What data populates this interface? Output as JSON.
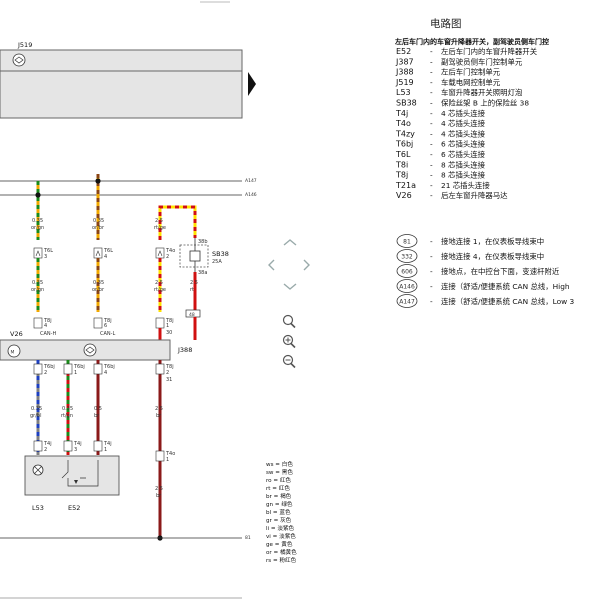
{
  "header": {
    "title": "电路图"
  },
  "relays": {
    "j519": "J519",
    "j388": "J388"
  },
  "bus": {
    "a147": "A147",
    "a146": "A146",
    "ground": "81"
  },
  "wires": [
    {
      "id": "w1",
      "gauge": "0.35",
      "color": "or/gn"
    },
    {
      "id": "w2",
      "gauge": "0.35",
      "color": "or/br"
    },
    {
      "id": "w3",
      "gauge": "2.5",
      "color": "rt/ge"
    },
    {
      "id": "w4",
      "gauge": "0.35",
      "color": "or/gn"
    },
    {
      "id": "w5",
      "gauge": "0.35",
      "color": "or/br"
    },
    {
      "id": "w6",
      "gauge": "2.5",
      "color": "rt"
    },
    {
      "id": "w7",
      "gauge": "0.35",
      "color": "gr/bl"
    },
    {
      "id": "w8",
      "gauge": "0.35",
      "color": "rt/gn"
    },
    {
      "id": "w9",
      "gauge": "0.5",
      "color": "br"
    },
    {
      "id": "w10",
      "gauge": "2.5",
      "color": "br"
    },
    {
      "id": "w11",
      "gauge": "2.5",
      "color": "br"
    }
  ],
  "connectors": {
    "t6l_3": "T6L",
    "t6l_3_pin": "3",
    "t6l_4": "T6L",
    "t6l_4_pin": "4",
    "t4o_2": "T4o",
    "t4o_2_pin": "2",
    "t8j_4": "T8j",
    "t8j_4_pin": "4",
    "t8j_4_sig": "CAN-H",
    "t8j_6": "T8j",
    "t8j_6_pin": "6",
    "t8j_6_sig": "CAN-L",
    "t8j_1": "T8j",
    "t8j_1_pin": "1",
    "t8j_1_sub": "30",
    "t8j_2": "T8j",
    "t8j_2_pin": "2",
    "t8j_2_sub": "31",
    "t6bj_2": "T6bj",
    "t6bj_2_pin": "2",
    "t6bj_1": "T6bj",
    "t6bj_1_pin": "1",
    "t6bj_4": "T6bj",
    "t6bj_4_pin": "4",
    "t4j_2": "T4j",
    "t4j_2_pin": "2",
    "t4j_3": "T4j",
    "t4j_3_pin": "3",
    "t4j_1": "T4j",
    "t4j_1_pin": "1",
    "t4o_1": "T4o",
    "t4o_1_pin": "1"
  },
  "fuse": {
    "name": "SB38",
    "rating": "25A",
    "top_pin": "38b",
    "bottom_pin": "38a",
    "ref": "48"
  },
  "components": {
    "v26": "V26",
    "l53": "L53",
    "e52": "E52"
  },
  "legend": {
    "heading": "左后车门内的车窗升降器开关，副驾驶员侧车门控",
    "items": [
      {
        "code": "E52",
        "desc": "左后车门内的车窗升降器开关"
      },
      {
        "code": "J387",
        "desc": "副驾驶员侧车门控制单元"
      },
      {
        "code": "J388",
        "desc": "左后车门控制单元"
      },
      {
        "code": "J519",
        "desc": "车载电网控制单元"
      },
      {
        "code": "L53",
        "desc": "车窗升降器开关照明灯泡"
      },
      {
        "code": "SB38",
        "desc": "保险丝架 B 上的保险丝 38"
      },
      {
        "code": "T4j",
        "desc": "4 芯插头连接"
      },
      {
        "code": "T4o",
        "desc": "4 芯插头连接"
      },
      {
        "code": "T4zy",
        "desc": "4 芯插头连接"
      },
      {
        "code": "T6bj",
        "desc": "6 芯插头连接"
      },
      {
        "code": "T6L",
        "desc": "6 芯插头连接"
      },
      {
        "code": "T8i",
        "desc": "8 芯插头连接"
      },
      {
        "code": "T8j",
        "desc": "8 芯插头连接"
      },
      {
        "code": "T21a",
        "desc": "21 芯插头连接"
      },
      {
        "code": "V26",
        "desc": "后左车窗升降器马达"
      }
    ],
    "grounds": [
      {
        "code": "81",
        "desc": "接地连接 1，在仪表板导线束中"
      },
      {
        "code": "332",
        "desc": "接地连接 4，在仪表板导线束中"
      },
      {
        "code": "606",
        "desc": "接地点，在中控台下面，变速杆附近"
      },
      {
        "code": "A146",
        "desc": "连接（舒适/便捷系统 CAN 总线，High"
      },
      {
        "code": "A147",
        "desc": "连接（舒适/便捷系统 CAN 总线，Low 3"
      }
    ]
  },
  "color_key": [
    "ws = 白色",
    "sw = 黑色",
    "ro = 红色",
    "rt = 红色",
    "br = 褐色",
    "gn = 绿色",
    "bl = 蓝色",
    "gr = 灰色",
    "li = 淡紫色",
    "vi = 淡紫色",
    "ge = 黄色",
    "or = 橘黄色",
    "rs = 粉红色"
  ]
}
